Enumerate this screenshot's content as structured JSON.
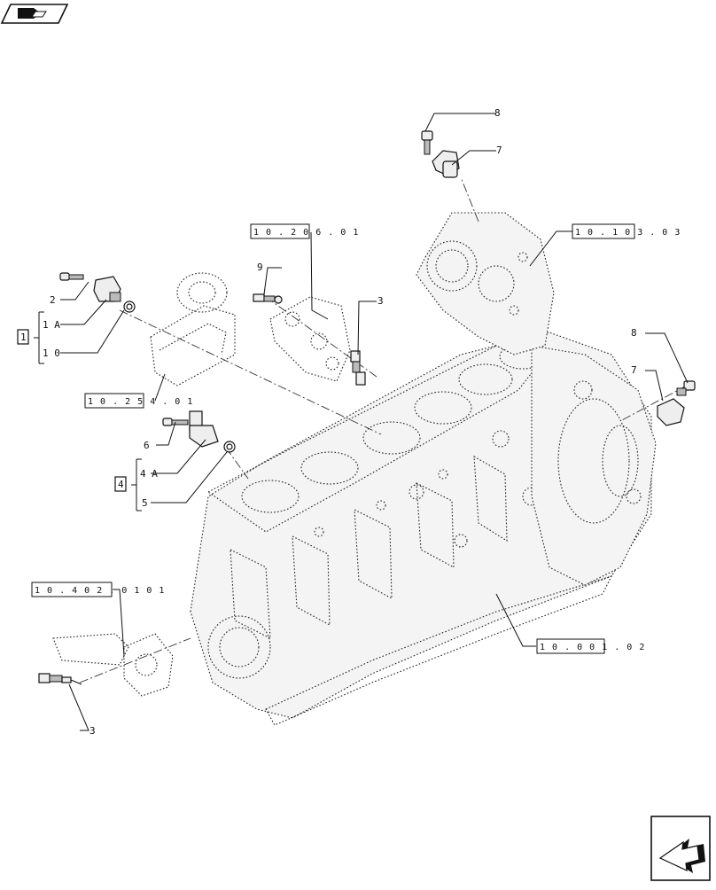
{
  "callouts": {
    "c8_top": "8",
    "c7_top": "7",
    "c9": "9",
    "c3_mid": "3",
    "c2": "2",
    "c1a": "1 A",
    "c10": "1 0",
    "c8_right": "8",
    "c7_right": "7",
    "c6": "6",
    "c4a": "4 A",
    "c5": "5",
    "c3_bottom": "3"
  },
  "kit_boxes": {
    "kit1": "1",
    "kit4": "4"
  },
  "refs": {
    "r10_206_01": "1 0 . 2 0 6 . 0 1",
    "r10_103_03": "1 0 . 1 0 3 . 0 3",
    "r10_254_01": "1 0 . 2 5 4 . 0 1",
    "r10_402_01_01": "1 0 . 4 0 2 . 0 1  0 1",
    "r10_001_02": "1 0 . 0 0 1 . 0 2"
  },
  "icons": {
    "top_left": "book-arrow-icon",
    "bottom_right": "next-page-arrow-icon"
  }
}
